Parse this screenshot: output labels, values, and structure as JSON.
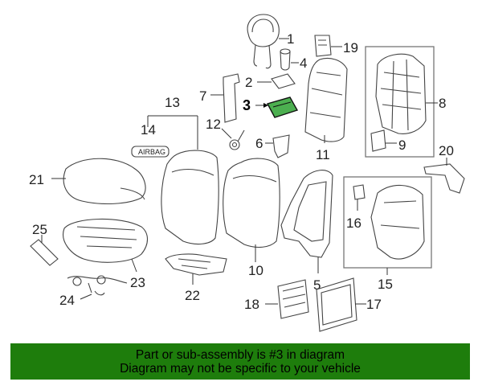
{
  "diagram": {
    "highlighted_part": "3",
    "callouts": [
      "1",
      "2",
      "3",
      "4",
      "5",
      "6",
      "7",
      "8",
      "9",
      "10",
      "11",
      "12",
      "13",
      "14",
      "15",
      "16",
      "17",
      "18",
      "19",
      "20",
      "21",
      "22",
      "23",
      "24",
      "25"
    ],
    "airbag_label": "AIRBAG",
    "highlight_color": "#4caf50"
  },
  "banner": {
    "line1": "Part or sub-assembly is #3 in diagram",
    "line2": "Diagram may not be specific to your vehicle",
    "background": "#1e7d0c"
  }
}
